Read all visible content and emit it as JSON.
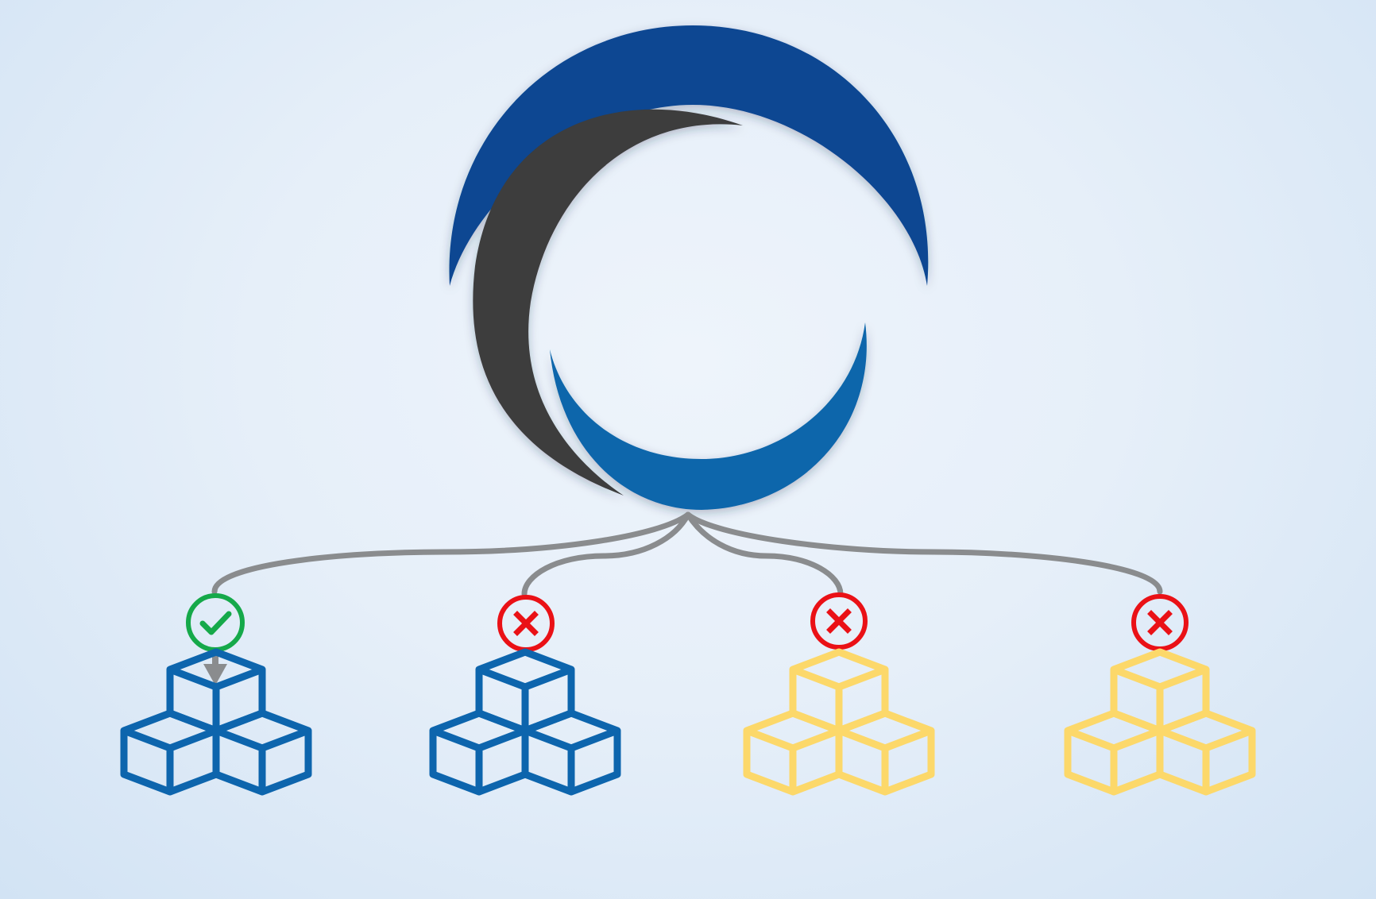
{
  "diagram": {
    "logo": {
      "name": "crescent-swirl-logo",
      "colors": {
        "outer_arc": "#0a4692",
        "middle_arc": "#3c3c3e",
        "inner_arc": "#0c66ab"
      }
    },
    "connector_color": "#8a8c8e",
    "branches": [
      {
        "status": "accepted",
        "status_icon": "check-circle-icon",
        "status_color": "#15a94a",
        "stack_icon": "cube-stack-icon",
        "stack_color": "#0d65ad",
        "has_arrow": true
      },
      {
        "status": "rejected",
        "status_icon": "x-circle-icon",
        "status_color": "#ea1116",
        "stack_icon": "cube-stack-icon",
        "stack_color": "#0d65ad",
        "has_arrow": false
      },
      {
        "status": "rejected",
        "status_icon": "x-circle-icon",
        "status_color": "#ea1116",
        "stack_icon": "cube-stack-icon",
        "stack_color": "#fcd86a",
        "has_arrow": false
      },
      {
        "status": "rejected",
        "status_icon": "x-circle-icon",
        "status_color": "#ea1116",
        "stack_icon": "cube-stack-icon",
        "stack_color": "#fcd86a",
        "has_arrow": false
      }
    ]
  }
}
